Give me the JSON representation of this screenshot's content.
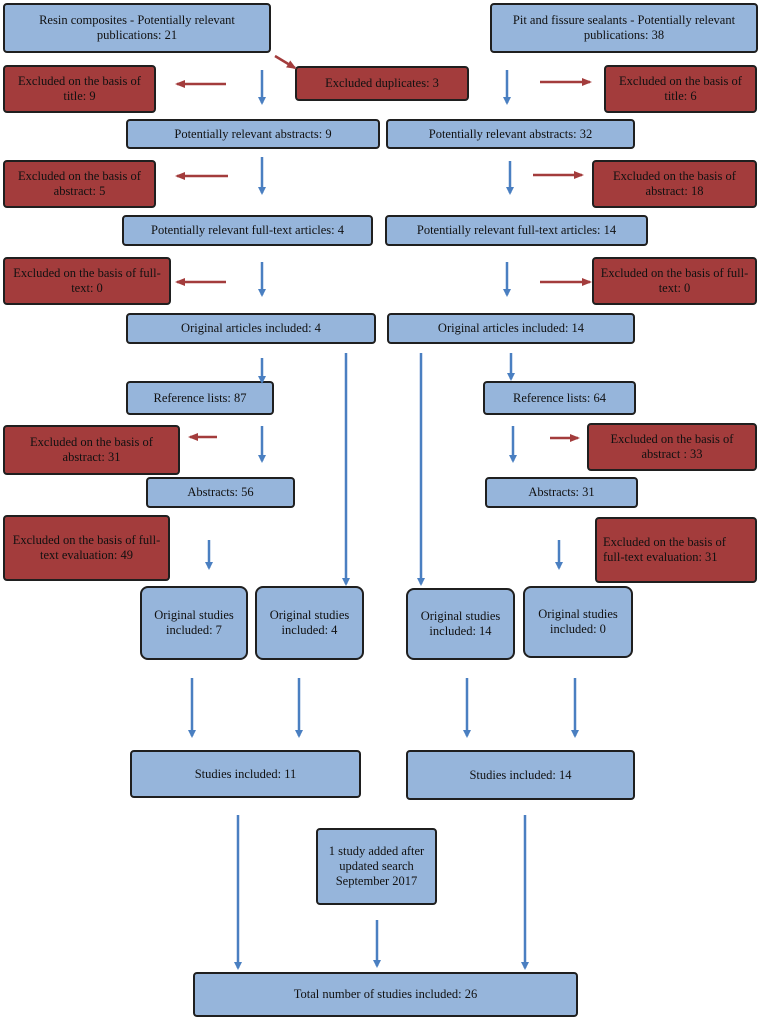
{
  "colors": {
    "box_blue": "#96b5db",
    "box_red": "#a33c3c",
    "arrow_blue": "#4a7fc1",
    "arrow_red": "#a33c3c"
  },
  "left": {
    "publications": "Resin composites - Potentially relevant publications: 21",
    "excl_title": "Excluded on the basis of title: 9",
    "abstracts": "Potentially relevant abstracts: 9",
    "excl_abstract": "Excluded on the basis of abstract: 5",
    "fulltext": "Potentially relevant full-text articles: 4",
    "excl_fulltext": "Excluded on the basis of full-text: 0",
    "original_articles": "Original articles included: 4",
    "reference_lists": "Reference lists: 87",
    "excl_abstract2": "Excluded on the basis of abstract: 31",
    "abstracts2": "Abstracts: 56",
    "excl_fulltext_eval": "Excluded on the basis of full-text evaluation: 49",
    "orig_studies_a": "Original studies included: 7",
    "orig_studies_b": "Original studies included: 4",
    "studies_included": "Studies included: 11"
  },
  "middle": {
    "excl_duplicates": "Excluded duplicates: 3",
    "added_study": "1 study added after updated search September 2017",
    "total": "Total number of studies included: 26"
  },
  "right": {
    "publications": "Pit and fissure sealants - Potentially relevant publications: 38",
    "excl_title": "Excluded on the basis of title: 6",
    "abstracts": "Potentially relevant abstracts: 32",
    "excl_abstract": "Excluded on the basis of abstract: 18",
    "fulltext": "Potentially relevant full-text articles: 14",
    "excl_fulltext": "Excluded on the basis of full-text: 0",
    "original_articles": "Original articles included: 14",
    "reference_lists": "Reference lists: 64",
    "excl_abstract2": "Excluded on the basis of abstract : 33",
    "abstracts2": "Abstracts: 31",
    "excl_fulltext_eval": "Excluded on the basis of full-text evaluation: 31",
    "orig_studies_a": "Original studies included: 14",
    "orig_studies_b": "Original studies included: 0",
    "studies_included": "Studies included: 14"
  }
}
